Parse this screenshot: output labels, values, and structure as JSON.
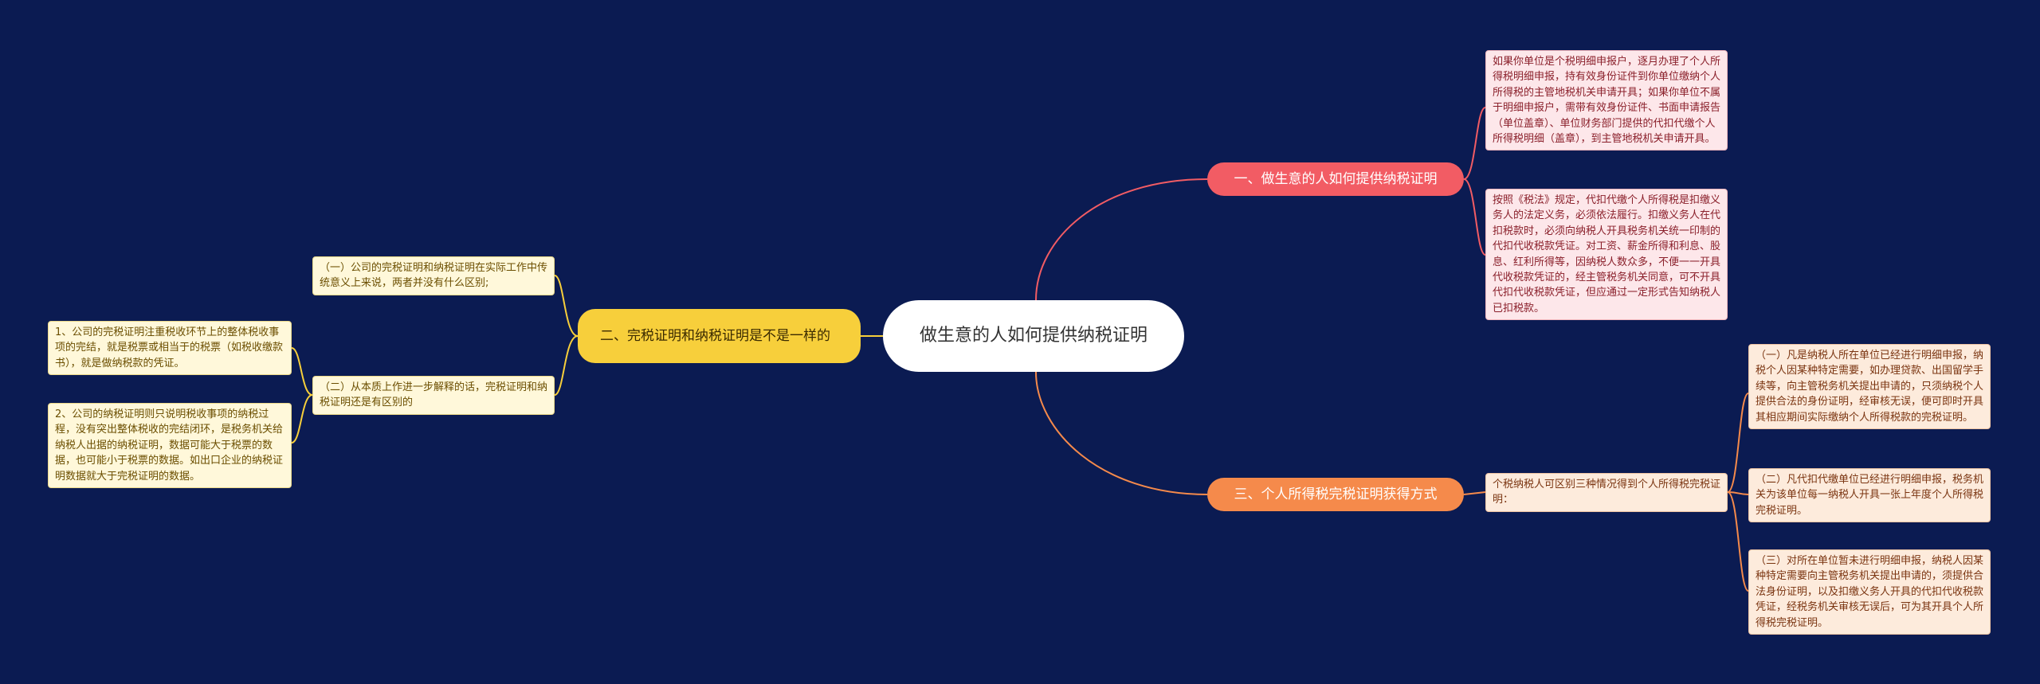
{
  "colors": {
    "background": "#0b1b52",
    "branch1": "#f25c64",
    "branch2": "#f7cf3b",
    "branch3": "#f58a4b"
  },
  "root": {
    "label": "做生意的人如何提供纳税证明"
  },
  "branches": [
    {
      "label": "一、做生意的人如何提供纳税证明",
      "children": [
        "如果你单位是个税明细申报户，逐月办理了个人所得税明细申报，持有效身份证件到你单位缴纳个人所得税的主管地税机关申请开具；如果你单位不属于明细申报户，需带有效身份证件、书面申请报告（单位盖章）、单位财务部门提供的代扣代缴个人所得税明细（盖章），到主管地税机关申请开具。",
        "按照《税法》规定，代扣代缴个人所得税是扣缴义务人的法定义务，必须依法履行。扣缴义务人在代扣税款时，必须向纳税人开具税务机关统一印制的代扣代收税款凭证。对工资、薪金所得和利息、股息、红利所得等，因纳税人数众多，不便一一开具代收税款凭证的，经主管税务机关同意，可不开具代扣代收税款凭证，但应通过一定形式告知纳税人已扣税款。"
      ]
    },
    {
      "label": "二、完税证明和纳税证明是不是一样的",
      "children": [
        {
          "text": "（一）公司的完税证明和纳税证明在实际工作中传统意义上来说，两者并没有什么区别;",
          "children": []
        },
        {
          "text": "（二）从本质上作进一步解释的话，完税证明和纳税证明还是有区别的",
          "children": [
            "1、公司的完税证明注重税收环节上的整体税收事项的完结，就是税票或相当于的税票（如税收缴款书），就是做纳税款的凭证。",
            "2、公司的纳税证明则只说明税收事项的纳税过程，没有突出整体税收的完结闭环，是税务机关给纳税人出据的纳税证明，数据可能大于税票的数据，也可能小于税票的数据。如出口企业的纳税证明数据就大于完税证明的数据。"
          ]
        }
      ]
    },
    {
      "label": "三、个人所得税完税证明获得方式",
      "children": [
        {
          "text": "个税纳税人可区别三种情况得到个人所得税完税证明：",
          "children": [
            "（一）凡是纳税人所在单位已经进行明细申报，纳税个人因某种特定需要，如办理贷款、出国留学手续等，向主管税务机关提出申请的，只须纳税个人提供合法的身份证明，经审核无误，便可即时开具其相应期间实际缴纳个人所得税款的完税证明。",
            "（二）凡代扣代缴单位已经进行明细申报，税务机关为该单位每一纳税人开具一张上年度个人所得税完税证明。",
            "（三）对所在单位暂未进行明细申报，纳税人因某种特定需要向主管税务机关提出申请的，须提供合法身份证明，以及扣缴义务人开具的代扣代收税款凭证，经税务机关审核无误后，可为其开具个人所得税完税证明。"
          ]
        }
      ]
    }
  ]
}
